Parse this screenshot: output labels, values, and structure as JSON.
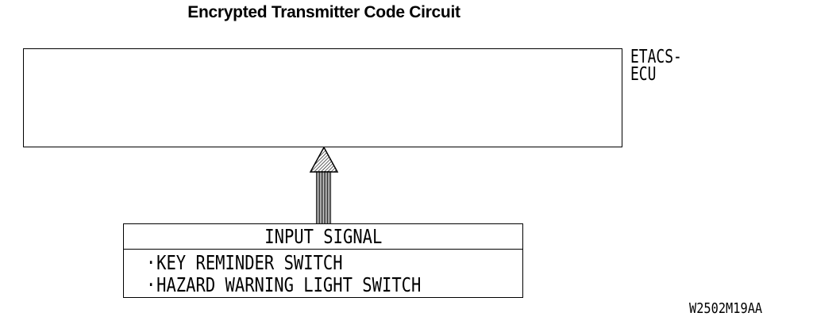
{
  "title": "Encrypted Transmitter Code Circuit",
  "ecu": {
    "label_line1": "ETACS-",
    "label_line2": "ECU"
  },
  "input_signal": {
    "header": "INPUT SIGNAL",
    "bullet": "·",
    "items": [
      "KEY REMINDER SWITCH",
      "HAZARD WARNING LIGHT SWITCH"
    ]
  },
  "figure_code": "W2502M19AA"
}
